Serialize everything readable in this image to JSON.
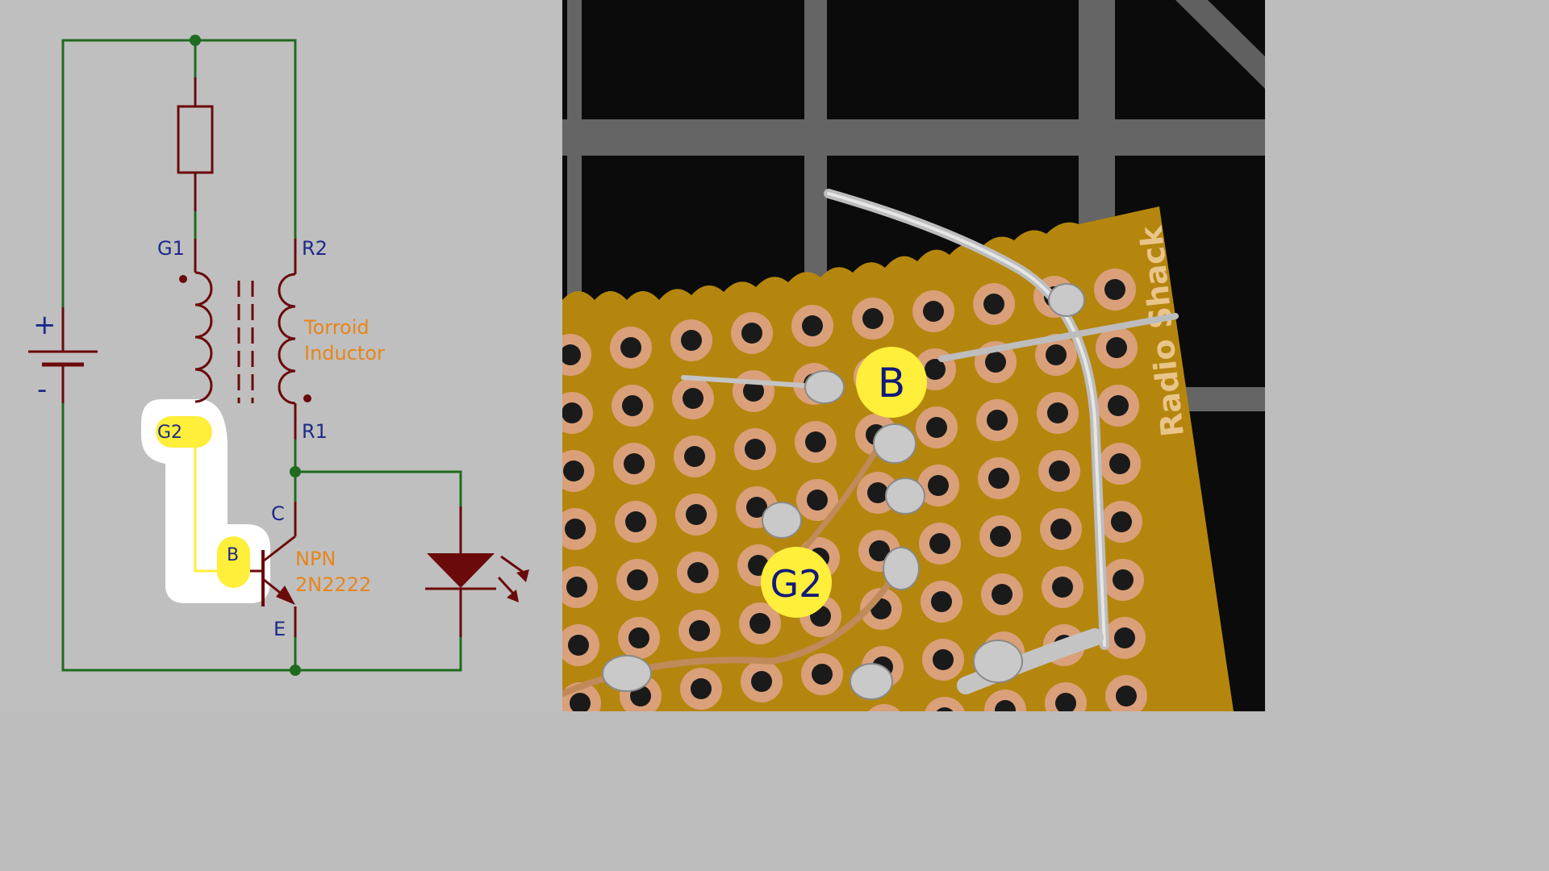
{
  "schematic": {
    "labels": {
      "g1": "G1",
      "r2": "R2",
      "r1": "R1",
      "g2": "G2",
      "b": "B",
      "c": "C",
      "e": "E",
      "plus": "+",
      "minus": "-",
      "inductor_line1": "Torroid",
      "inductor_line2": "Inductor",
      "npn_line1": "NPN",
      "npn_line2": "2N2222"
    },
    "colors": {
      "wire": "#1f6b1f",
      "component": "#6b0a0a",
      "highlight": "#ffee3a",
      "highlight_bg": "#ffffff",
      "label_blue": "#1d2a8a",
      "label_orange": "#e6861c"
    }
  },
  "photo": {
    "labels": {
      "b": "B",
      "g2": "G2",
      "board_text": "Radio Shack"
    },
    "colors": {
      "board": "#b8860b",
      "pad": "#d9a07a",
      "solder": "#c9c9c9",
      "highlight": "#ffee3a"
    }
  }
}
